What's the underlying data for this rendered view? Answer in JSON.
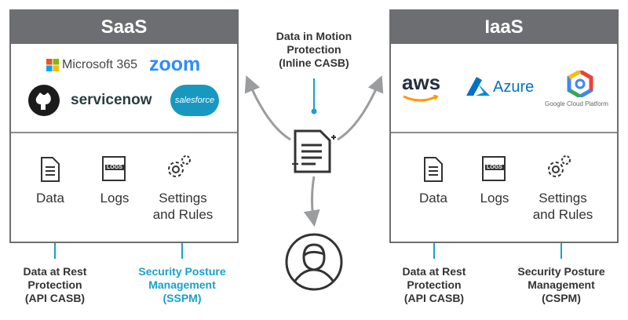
{
  "colors": {
    "panel": "#6d6e71",
    "accent": "#1aa0c9",
    "text": "#333333",
    "arrow": "#9b9c9e"
  },
  "center": {
    "caption": [
      "Data in Motion",
      "Protection",
      "(Inline CASB)"
    ],
    "icon": "document-icon",
    "user_icon": "user-icon"
  },
  "saas": {
    "title": "SaaS",
    "logos": {
      "microsoft": "Microsoft 365",
      "zoom": "zoom",
      "github": "github-icon",
      "servicenow": "servicenow",
      "salesforce": "salesforce"
    },
    "items": [
      {
        "label": "Data",
        "icon": "document-icon"
      },
      {
        "label": "Logs",
        "icon": "logs-icon",
        "icon_text": "LOGS"
      },
      {
        "label": [
          "Settings",
          "and Rules"
        ],
        "icon": "gear-icon"
      }
    ],
    "captions": {
      "left": [
        "Data at Rest",
        "Protection",
        "(API CASB)"
      ],
      "right": [
        "Security Posture",
        "Management",
        "(SSPM)"
      ]
    }
  },
  "iaas": {
    "title": "IaaS",
    "logos": {
      "aws": "aws",
      "azure": "Azure",
      "gcp": "Google Cloud Platform"
    },
    "items": [
      {
        "label": "Data",
        "icon": "document-icon"
      },
      {
        "label": "Logs",
        "icon": "logs-icon",
        "icon_text": "LOGS"
      },
      {
        "label": [
          "Settings",
          "and Rules"
        ],
        "icon": "gear-icon"
      }
    ],
    "captions": {
      "left": [
        "Data at Rest",
        "Protection",
        "(API CASB)"
      ],
      "right": [
        "Security Posture",
        "Management",
        "(CSPM)"
      ]
    }
  }
}
